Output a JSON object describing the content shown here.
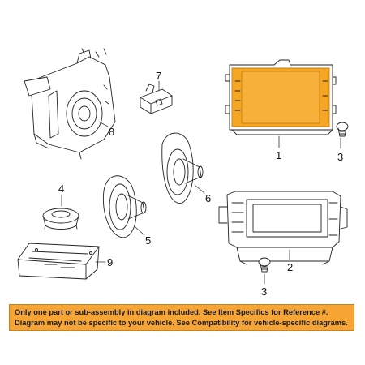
{
  "callouts": {
    "c1": "1",
    "c2": "2",
    "c3a": "3",
    "c3b": "3",
    "c4": "4",
    "c5": "5",
    "c6": "6",
    "c7": "7",
    "c8": "8",
    "c9": "9"
  },
  "disclaimer": {
    "line1": "Only one part or sub-assembly in diagram included. See Item Specifics for Reference #.",
    "line2": "Diagram may not be specific to your vehicle. See Compatibility for vehicle-specific diagrams."
  },
  "colors": {
    "highlight_part": "#f5a623",
    "banner_background": "#f6a535",
    "line_art": "#222222"
  }
}
